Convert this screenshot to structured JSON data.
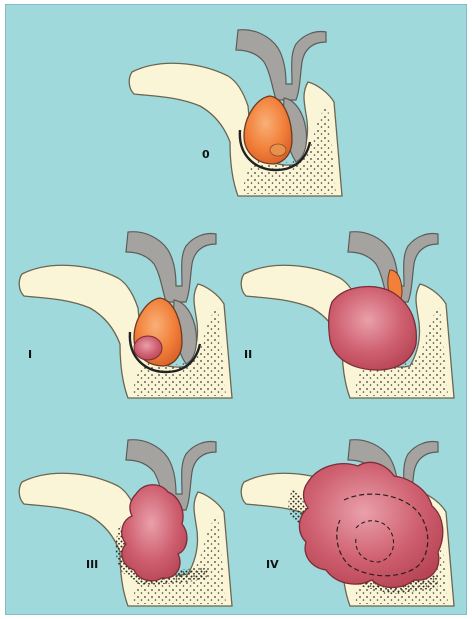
{
  "figure": {
    "background": "#9fd9dc",
    "colors": {
      "bone": "#fbf5d8",
      "bone_outline": "#6b6650",
      "gland_orange": "#f2803a",
      "tumor_red": "#c85463",
      "tumor_light": "#e08a97",
      "gray_tissue": "#a5a3a0"
    },
    "stages": [
      {
        "id": "0",
        "label": "0"
      },
      {
        "id": "I",
        "label": "I"
      },
      {
        "id": "II",
        "label": "II"
      },
      {
        "id": "III",
        "label": "III"
      },
      {
        "id": "IV",
        "label": "IV"
      }
    ]
  }
}
